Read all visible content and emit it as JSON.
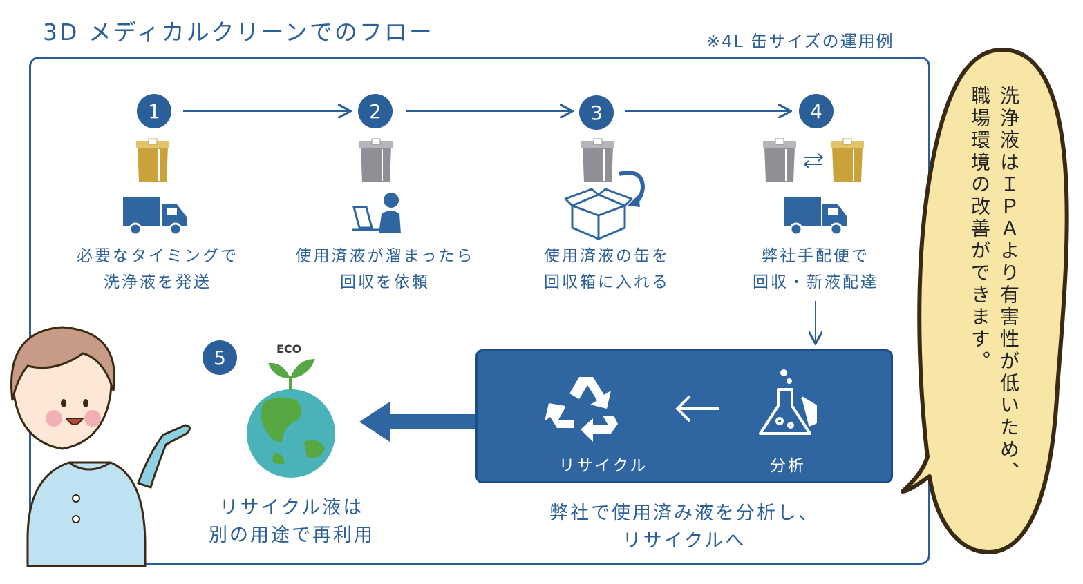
{
  "title": "3D メディカルクリーンでのフロー",
  "note": "※4L 缶サイズの運用例",
  "steps": [
    {
      "num": "1",
      "line1": "必要なタイミングで",
      "line2": "洗浄液を発送"
    },
    {
      "num": "2",
      "line1": "使用済液が溜まったら",
      "line2": "回収を依頼"
    },
    {
      "num": "3",
      "line1": "使用済液の缶を",
      "line2": "回収箱に入れる"
    },
    {
      "num": "4",
      "line1": "弊社手配便で",
      "line2": "回収・新液配達"
    },
    {
      "num": "5",
      "line1": "リサイクル液は",
      "line2": "別の用途で再利用"
    }
  ],
  "eco_text": "ECO",
  "box": {
    "recycle_label": "リサイクル",
    "analysis_label": "分析"
  },
  "box_caption": {
    "line1": "弊社で使用済み液を分析し、",
    "line2": "リサイクルへ"
  },
  "bubble": {
    "line1": "洗浄液はＩＰＡより有害性が低いため、",
    "line2": "職場環境の改善ができます。"
  },
  "colors": {
    "primary": "#2b5f9a",
    "box": "#2f66a2",
    "gold": "#c9a33a",
    "gray": "#8f9096",
    "bubble": "#f8e6a6",
    "earth_sea": "#4ab3b9",
    "earth_land": "#57a843"
  }
}
